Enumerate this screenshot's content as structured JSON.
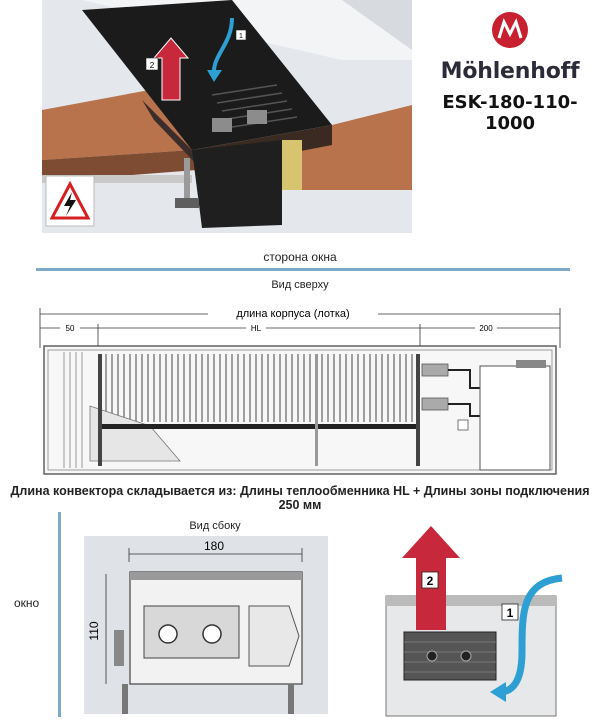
{
  "brand": {
    "name": "Möhlenhoff",
    "model": "ESK-180-110-1000",
    "logo_color": "#c8202f"
  },
  "top_view": {
    "window_side": "сторона окна",
    "title": "Вид сверху",
    "dim_total": "длина корпуса (лотка)",
    "dim_left": "50",
    "dim_mid": "HL",
    "dim_right": "200"
  },
  "caption": "Длина конвектора  складывается из: Длины теплообменника HL +  Длины зоны подключения 250 мм",
  "side_view": {
    "title": "Вид сбоку",
    "window_word": "окно",
    "width_dim": "180",
    "height_dim": "110"
  },
  "airflow": {
    "label_1": "1",
    "label_2": "2"
  },
  "hero": {
    "label_1": "1",
    "label_2": "2"
  },
  "colors": {
    "accent_blue": "#7fa9c9",
    "warm_air": "#c8283b",
    "cold_air": "#2d9fd3",
    "warning": "#d42020"
  }
}
